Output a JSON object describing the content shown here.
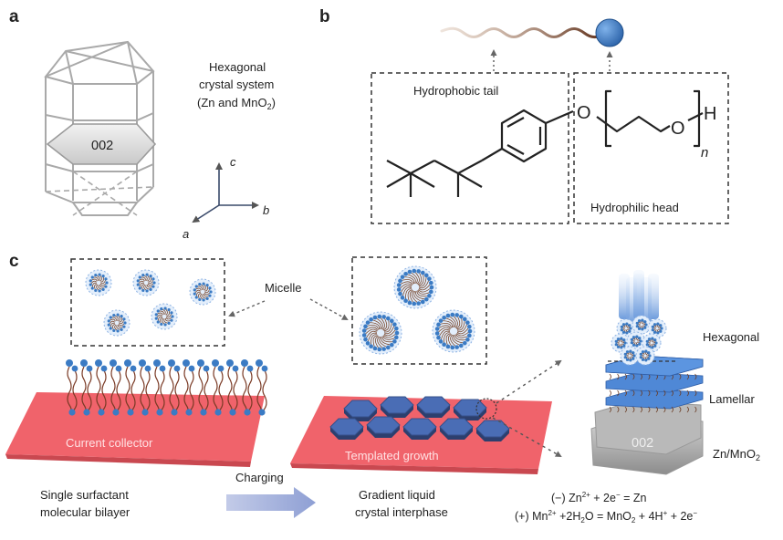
{
  "panels": {
    "a": "a",
    "b": "b",
    "c": "c"
  },
  "panel_a": {
    "crystal_line1": "Hexagonal",
    "crystal_line2": "crystal system",
    "crystal_line3_pre": "(Zn and MnO",
    "crystal_line3_sub": "2",
    "crystal_line3_post": ")",
    "plane_label": "002",
    "axis_c": "c",
    "axis_b": "b",
    "axis_a": "a"
  },
  "panel_b": {
    "tail_label": "Hydrophobic tail",
    "head_label": "Hydrophilic head",
    "atom_o1": "O",
    "atom_o2": "O",
    "atom_h": "H",
    "subscript_n": "n"
  },
  "panel_c": {
    "micelle_label": "Micelle",
    "current_collector": "Current collector",
    "templated_growth": "Templated growth",
    "hexagonal": "Hexagonal",
    "lamellar": "Lamellar",
    "substrate_pre": "Zn/MnO",
    "substrate_sub": "2",
    "stack_plane": "002",
    "left_caption_1": "Single surfactant",
    "left_caption_2": "molecular bilayer",
    "arrow_label": "Charging",
    "mid_caption_1": "Gradient liquid",
    "mid_caption_2": "crystal interphase",
    "eq1": {
      "p1": "(−) Zn",
      "s1": "2+",
      "p2": " + 2e",
      "s2": "−",
      "p3": " = Zn"
    },
    "eq2": {
      "p1": "(+) Mn",
      "s1": "2+",
      "p2": " +2H",
      "b1": "2",
      "p3": "O = MnO",
      "b2": "2",
      "p4": " + 4H",
      "s2": "+",
      "p5": " + 2e",
      "s3": "−"
    }
  },
  "colors": {
    "collector": "#f0636b",
    "hex_plate": "#4a6db5",
    "lamellar_blue": "#4f88d6",
    "head_blue": "#3b7bc4",
    "tail_brown": "#8a4a2a",
    "arrow_blue": "#9aa8d6"
  }
}
